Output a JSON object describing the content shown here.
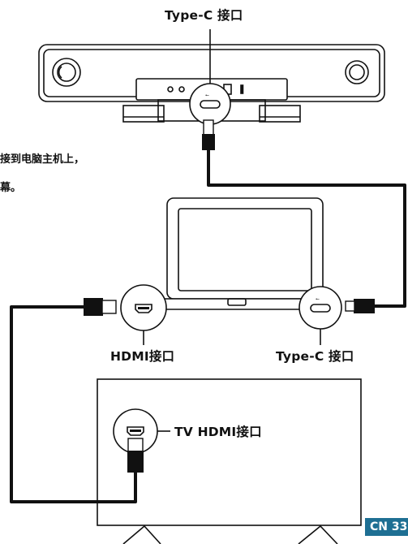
{
  "labels": {
    "top_port": "Type-C 接口",
    "laptop_hdmi": "HDMI接口",
    "laptop_typec": "Type-C 接口",
    "tv_hdmi": "TV HDMI接口"
  },
  "caption": {
    "line1": "接到电脑主机上，",
    "line2": "幕。"
  },
  "page": {
    "badge": "CN 33"
  },
  "colors": {
    "line": "#111111",
    "badge": "#1e6f93"
  }
}
